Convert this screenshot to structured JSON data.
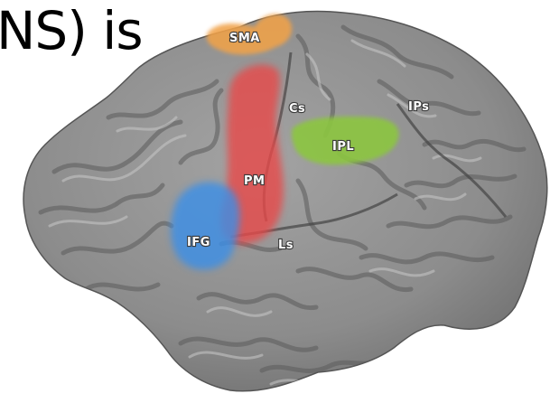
{
  "heading": {
    "text": "NS) is"
  },
  "regions": {
    "sma": {
      "label": "SMA",
      "color": "#f0a24a"
    },
    "cs": {
      "label": "Cs"
    },
    "ips": {
      "label": "IPs"
    },
    "ipl": {
      "label": "IPL",
      "color": "#8cc63f"
    },
    "pm": {
      "label": "PM",
      "color": "#e8494a"
    },
    "ifg": {
      "label": "IFG",
      "color": "#3b8fe8"
    },
    "ls": {
      "label": "Ls"
    }
  },
  "colors": {
    "cortex": "#8a8a8a",
    "cortex_dark": "#5e5e5e",
    "cortex_light": "#b9b9b9"
  }
}
